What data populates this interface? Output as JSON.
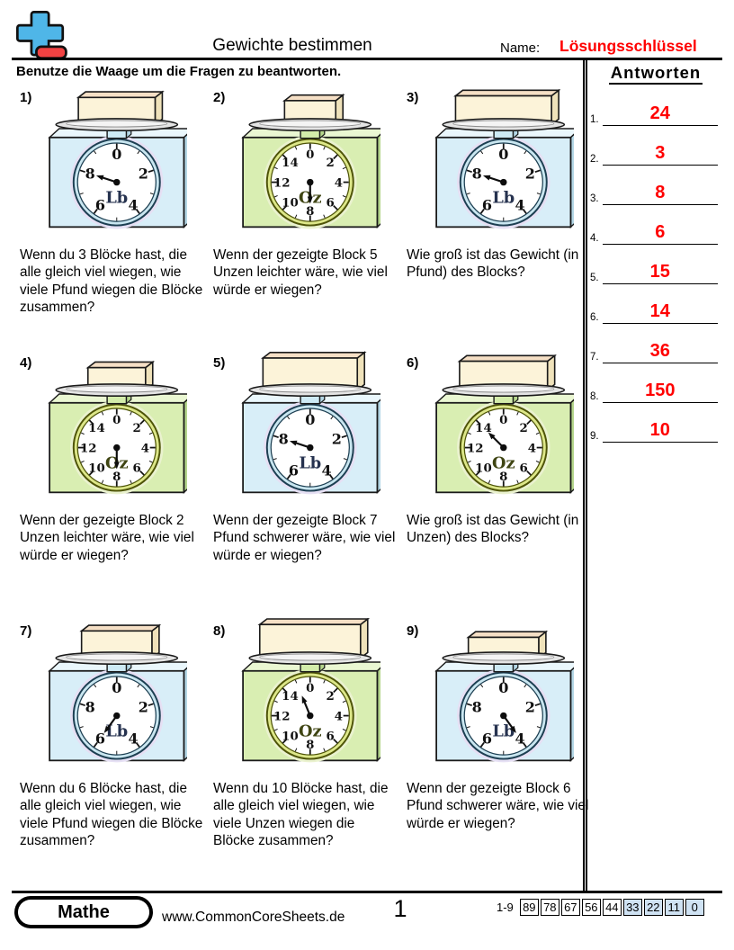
{
  "header": {
    "title": "Gewichte bestimmen",
    "name_label": "Name:",
    "answer_key_label": "Lösungsschlüssel",
    "instruction": "Benutze die Waage um die Fragen zu beantworten.",
    "logo_icon": "plus-minus-icon"
  },
  "answers": {
    "title": "Antworten",
    "items": [
      {
        "num": "1.",
        "value": "24"
      },
      {
        "num": "2.",
        "value": "3"
      },
      {
        "num": "3.",
        "value": "8"
      },
      {
        "num": "4.",
        "value": "6"
      },
      {
        "num": "5.",
        "value": "15"
      },
      {
        "num": "6.",
        "value": "14"
      },
      {
        "num": "7.",
        "value": "36"
      },
      {
        "num": "8.",
        "value": "150"
      },
      {
        "num": "9.",
        "value": "10"
      }
    ]
  },
  "problems": [
    {
      "label": "1)",
      "color": "blue",
      "unit": "Lb",
      "dial_max": 10,
      "dial_labels": [
        0,
        2,
        4,
        6,
        8
      ],
      "needle_value": 8,
      "block_w": 96,
      "block_h": 34,
      "question": "Wenn du 3 Blöcke hast, die alle gleich viel wiegen, wie viele Pfund wiegen die Blöcke zusammen?"
    },
    {
      "label": "2)",
      "color": "green",
      "unit": "Oz",
      "dial_max": 16,
      "dial_labels": [
        0,
        2,
        4,
        6,
        8,
        10,
        12,
        14
      ],
      "needle_value": 8,
      "block_w": 64,
      "block_h": 30,
      "question": "Wenn der gezeigte Block 5 Unzen leichter wäre, wie viel würde er wiegen?"
    },
    {
      "label": "3)",
      "color": "blue",
      "unit": "Lb",
      "dial_max": 10,
      "dial_labels": [
        0,
        2,
        4,
        6,
        8
      ],
      "needle_value": 8,
      "block_w": 120,
      "block_h": 36,
      "question": "Wie groß ist das Gewicht (in Pfund) des Blocks?"
    },
    {
      "label": "4)",
      "color": "green",
      "unit": "Oz",
      "dial_max": 16,
      "dial_labels": [
        0,
        2,
        4,
        6,
        8,
        10,
        12,
        14
      ],
      "needle_value": 8,
      "block_w": 72,
      "block_h": 28,
      "question": "Wenn der gezeigte Block 2 Unzen leichter wäre, wie viel würde er wiegen?"
    },
    {
      "label": "5)",
      "color": "blue",
      "unit": "Lb",
      "dial_max": 10,
      "dial_labels": [
        0,
        2,
        4,
        6,
        8
      ],
      "needle_value": 8,
      "block_w": 118,
      "block_h": 40,
      "question": "Wenn der gezeigte Block 7 Pfund schwerer wäre, wie viel würde er wiegen?"
    },
    {
      "label": "6)",
      "color": "green",
      "unit": "Oz",
      "dial_max": 16,
      "dial_labels": [
        0,
        2,
        4,
        6,
        8,
        10,
        12,
        14
      ],
      "needle_value": 14,
      "block_w": 110,
      "block_h": 36,
      "question": "Wie groß ist das Gewicht (in Unzen) des Blocks?"
    },
    {
      "label": "7)",
      "color": "blue",
      "unit": "Lb",
      "dial_max": 10,
      "dial_labels": [
        0,
        2,
        4,
        6,
        8
      ],
      "needle_value": 6,
      "block_w": 88,
      "block_h": 34,
      "question": "Wenn du 6 Blöcke hast, die alle gleich viel wiegen, wie viele Pfund wiegen die Blöcke zusammen?"
    },
    {
      "label": "8)",
      "color": "green",
      "unit": "Oz",
      "dial_max": 16,
      "dial_labels": [
        0,
        2,
        4,
        6,
        8,
        10,
        12,
        14
      ],
      "needle_value": 15,
      "block_w": 126,
      "block_h": 42,
      "question": "Wenn du 10 Blöcke hast, die alle gleich viel wiegen, wie viele Unzen wiegen die Blöcke zusammen?"
    },
    {
      "label": "9)",
      "color": "blue",
      "unit": "Lb",
      "dial_max": 10,
      "dial_labels": [
        0,
        2,
        4,
        6,
        8
      ],
      "needle_value": 4,
      "block_w": 88,
      "block_h": 26,
      "question": "Wenn der gezeigte Block 6 Pfund schwerer wäre, wie viel würde er wiegen?"
    }
  ],
  "footer": {
    "logo_text": "Mathe",
    "website": "www.CommonCoreSheets.de",
    "page_number": "1",
    "range_label": "1-9",
    "score_values": [
      "89",
      "78",
      "67",
      "56",
      "44",
      "33",
      "22",
      "11",
      "0"
    ],
    "score_blue_start_index": 5
  },
  "colors": {
    "answer_red": "#ff0000",
    "score_blue": "#cfe2f3",
    "logo_plus_blue": "#4fb6e8",
    "logo_minus_red": "#f24242",
    "block": {
      "front": "#fcf3d9",
      "top": "#f5dfc5",
      "side": "#efe2ba",
      "stroke": "#1a1a1a"
    },
    "platform": {
      "fill": "#e4e4e4",
      "inner": "#f4f4f4",
      "stroke": "#1a1a1a"
    },
    "scale_palette": {
      "blue": {
        "body": "#d8eef8",
        "bodyTop": "#eaf7fc",
        "bodySide": "#b4d7e6",
        "pedestal": "#cdeaf5",
        "ringDark": "#1d3f52",
        "ringFill": "#c9e6f0",
        "halo": "#e6e0f4",
        "unit": "#26324f"
      },
      "green": {
        "body": "#d9eeb2",
        "bodyTop": "#eaf7d2",
        "bodySide": "#b5d68c",
        "pedestal": "#d3ecaa",
        "ringDark": "#4e5408",
        "ringFill": "#dde789",
        "halo": "#eaf2cf",
        "unit": "#3f4513"
      }
    }
  }
}
